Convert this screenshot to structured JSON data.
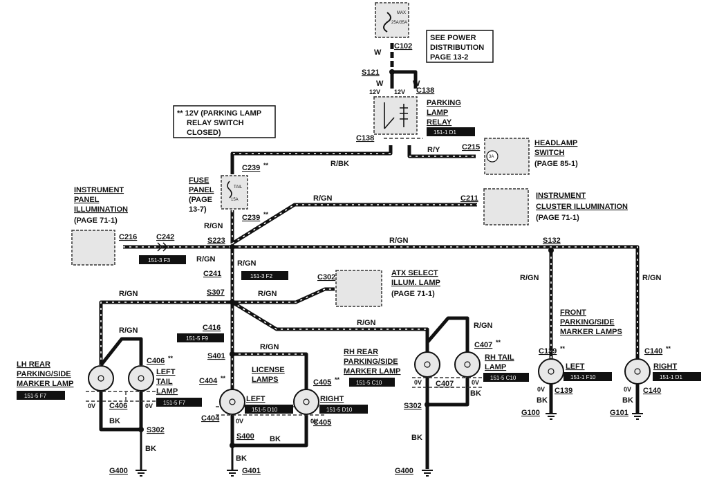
{
  "diagram": {
    "main_fuse": {
      "label_top": "MAX",
      "rating": "25A/35A"
    },
    "notes": {
      "power_ref": [
        "SEE POWER",
        "DISTRIBUTION",
        "PAGE 13-2"
      ],
      "star_note": [
        "** 12V (PARKING LAMP",
        "RELAY SWITCH",
        "CLOSED)"
      ]
    },
    "relay": {
      "title": [
        "PARKING",
        "LAMP",
        "RELAY"
      ],
      "ref": "151-1 D1"
    },
    "headlamp_switch": {
      "title": [
        "HEADLAMP",
        "SWITCH"
      ],
      "page": "(PAGE 85-1)",
      "rating": "3A"
    },
    "fuse_panel": {
      "title": [
        "FUSE",
        "PANEL",
        "(PAGE",
        "13-7)"
      ],
      "fuse_name": "TAIL",
      "rating": "15A"
    },
    "inst_cluster": {
      "title": "INSTRUMENT",
      "title2": "CLUSTER ILLUMINATION",
      "page": "(PAGE 71-1)"
    },
    "inst_panel": {
      "title": [
        "INSTRUMENT",
        "PANEL",
        "ILLUMINATION"
      ],
      "page": "(PAGE 71-1)"
    },
    "atx": {
      "title": [
        "ATX SELECT",
        "ILLUM. LAMP"
      ],
      "page": "(PAGE 71-1)"
    },
    "front_title": [
      "FRONT",
      "PARKING/SIDE",
      "MARKER LAMPS"
    ],
    "license_title": [
      "LICENSE",
      "LAMPS"
    ],
    "lh_rear_title": [
      "LH REAR",
      "PARKING/SIDE",
      "MARKER LAMP"
    ],
    "left_tail_title": [
      "LEFT",
      "TAIL",
      "LAMP"
    ],
    "rh_rear_title": [
      "RH REAR",
      "PARKING/SIDE",
      "MARKER LAMP"
    ],
    "rh_tail_title": [
      "RH TAIL",
      "LAMP"
    ],
    "lamp_labels": {
      "left": "LEFT",
      "right": "RIGHT"
    },
    "refs": {
      "r242": "151-3 F3",
      "r241": "151-3 F2",
      "r416": "151-5 F9",
      "lh_rear": "151-5 F7",
      "left_tail": "151-5 F7",
      "lic_left": "151-5 D10",
      "lic_right": "151-5 D10",
      "rh_rear": "151-5 C10",
      "rh_tail": "151-5 C10",
      "front_left": "151-1 F10",
      "front_right": "151-1 D1"
    },
    "connectors": {
      "c102": "C102",
      "s121": "S121",
      "c138": "C138",
      "c215": "C215",
      "c239": "C239",
      "c211": "C211",
      "c216": "C216",
      "c242": "C242",
      "s223": "S223",
      "s132": "S132",
      "c241": "C241",
      "c302": "C302",
      "s307": "S307",
      "c416": "C416",
      "s401": "S401",
      "c406": "C406",
      "c404": "C404",
      "c405": "C405",
      "c407": "C407",
      "c139": "C139",
      "c140": "C140",
      "s302": "S302",
      "s400": "S400",
      "g400": "G400",
      "g401": "G401",
      "g100": "G100",
      "g101": "G101"
    },
    "wires": {
      "w": "W",
      "rbk": "R/BK",
      "ry": "R/Y",
      "rgn": "R/GN",
      "bk": "BK"
    },
    "volts": {
      "v12": "12V",
      "v0": "0V"
    },
    "mark": "**"
  }
}
